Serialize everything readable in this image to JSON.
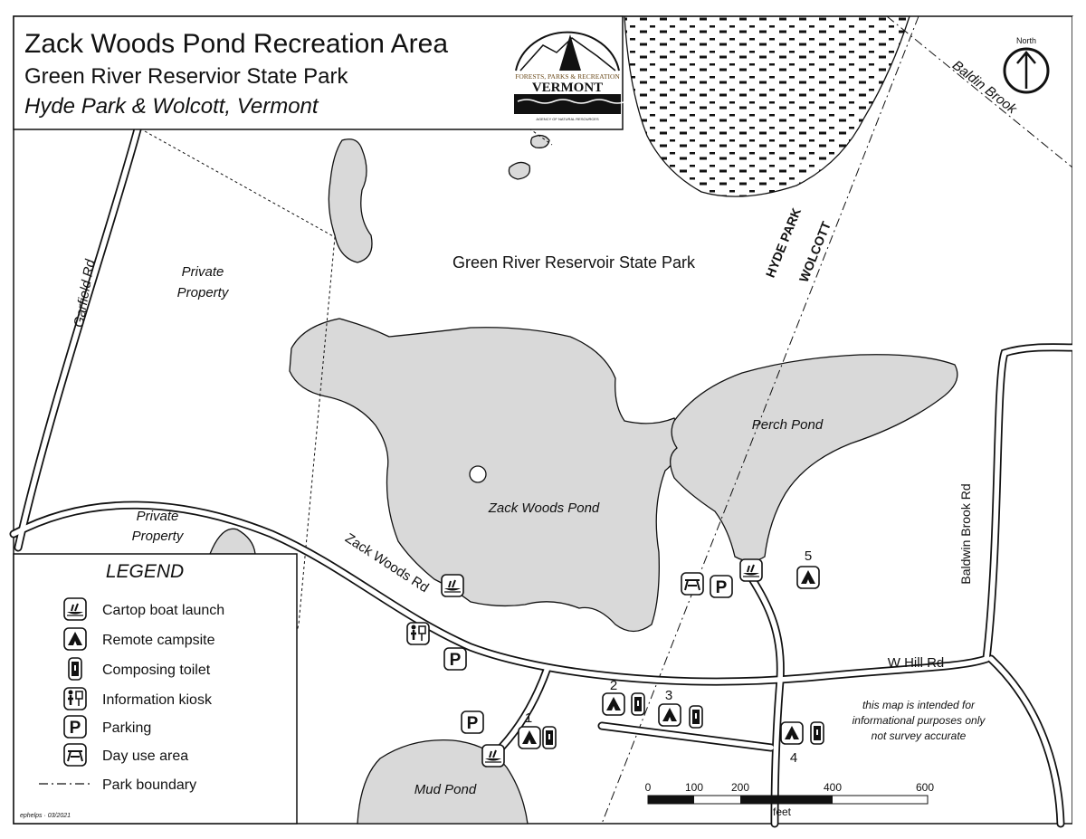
{
  "title": {
    "line1": "Zack Woods Pond Recreation Area",
    "line2": "Green River Reservior State Park",
    "line3": "Hyde Park & Wolcott, Vermont"
  },
  "logo": {
    "top": "FORESTS, PARKS & RECREATION",
    "main": "VERMONT",
    "bottom": "AGENCY OF NATURAL RESOURCES"
  },
  "north": {
    "label": "North"
  },
  "labels": {
    "baldin_brook": "Baldin Brook",
    "hyde_park": "HYDE PARK",
    "wolcott": "WOLCOTT",
    "state_park": "Green River Reservoir State Park",
    "garfield_rd": "Garfield Rd",
    "private1": "Private",
    "property1": "Property",
    "private2": "Private",
    "property2": "Property",
    "zack_woods_pond": "Zack Woods Pond",
    "perch_pond": "Perch Pond",
    "zack_woods_rd": "Zack Woods Rd",
    "w_hill_rd": "W Hill Rd",
    "baldwin_brook_rd": "Baldwin Brook Rd",
    "mud_pond": "Mud Pond"
  },
  "campsites": [
    "1",
    "2",
    "3",
    "4",
    "5"
  ],
  "legend": {
    "title": "LEGEND",
    "items": [
      {
        "icon": "boat-launch",
        "label": "Cartop boat launch"
      },
      {
        "icon": "campsite",
        "label": "Remote campsite"
      },
      {
        "icon": "toilet",
        "label": "Composing toilet"
      },
      {
        "icon": "kiosk",
        "label": "Information kiosk"
      },
      {
        "icon": "parking",
        "label": "Parking"
      },
      {
        "icon": "day-use",
        "label": "Day use area"
      },
      {
        "icon": "boundary",
        "label": "Park boundary"
      }
    ]
  },
  "scale": {
    "ticks": [
      "0",
      "100",
      "200",
      "400",
      "600"
    ],
    "unit": "feet"
  },
  "disclaimer": [
    "this map is intended for",
    "informational purposes only",
    "not survey accurate"
  ],
  "credit": "ephelps · 03/2021",
  "colors": {
    "water": "#d9d9d9",
    "ink": "#111111"
  }
}
